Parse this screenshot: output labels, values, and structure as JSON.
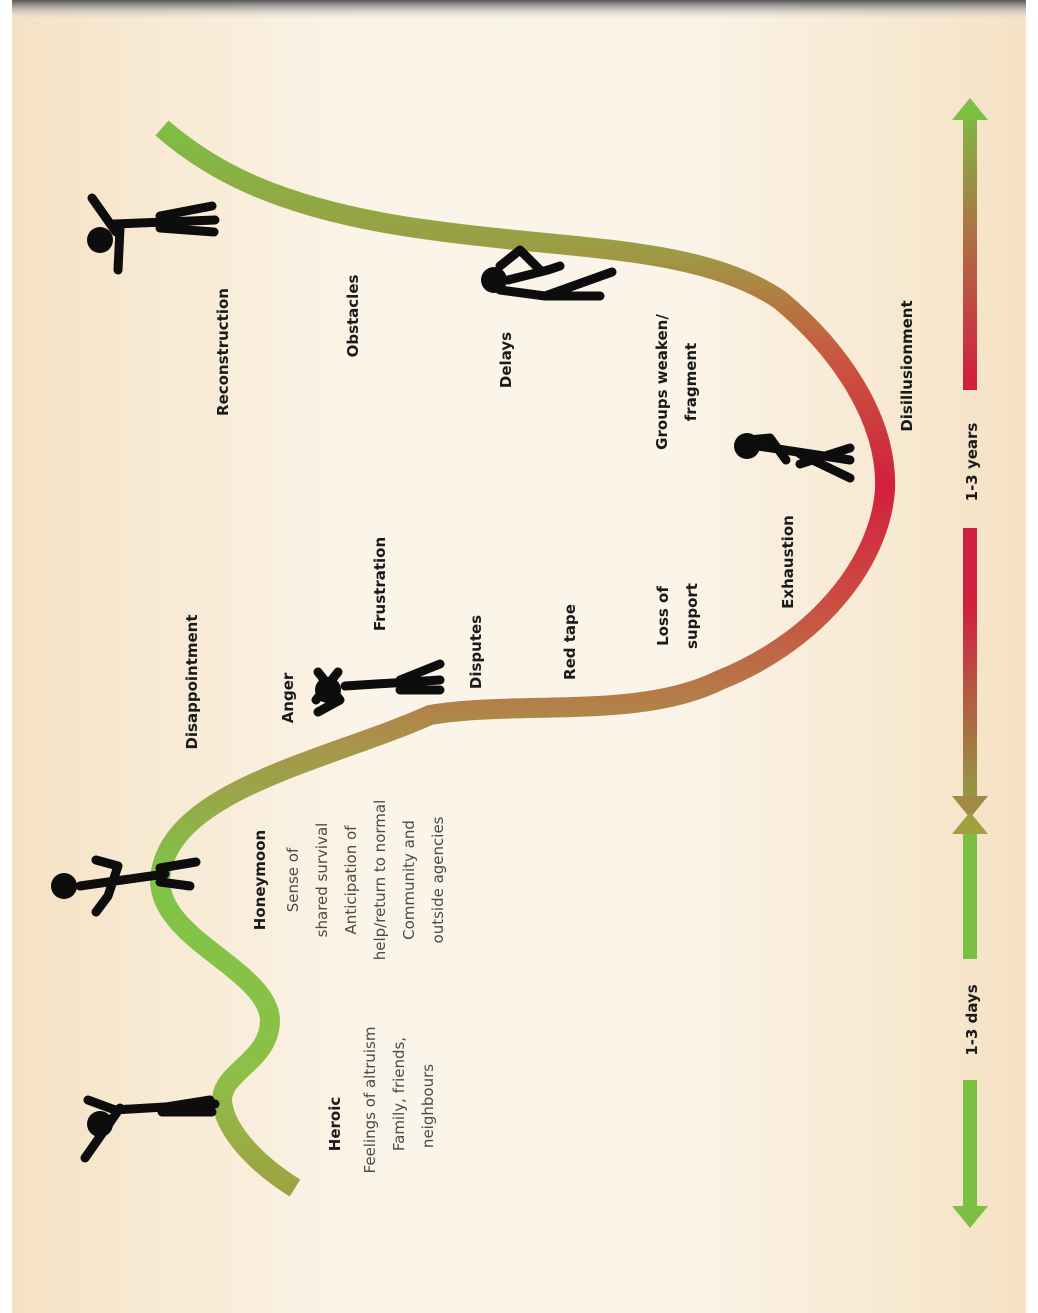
{
  "stages": {
    "heroic": {
      "title": "Heroic",
      "lines": [
        "Feelings of altruism",
        "Family, friends,",
        "neighbours"
      ]
    },
    "honeymoon": {
      "title": "Honeymoon",
      "lines": [
        "Sense of",
        "shared survival",
        "Anticipation of",
        "help/return to normal",
        "Community and",
        "outside agencies"
      ]
    },
    "disappointment": "Disappointment",
    "anger": "Anger",
    "frustration": "Frustration",
    "disputes": "Disputes",
    "red_tape": "Red tape",
    "loss_of_support": [
      "Loss of",
      "support"
    ],
    "exhaustion": "Exhaustion",
    "groups_weaken": [
      "Groups weaken/",
      "fragment"
    ],
    "delays": "Delays",
    "obstacles": "Obstacles",
    "reconstruction": "Reconstruction",
    "disillusionment": "Disillusionment"
  },
  "timeline": {
    "days_label": "1-3 days",
    "years_label": "1-3 years"
  },
  "colors": {
    "green": "#7bc043",
    "olive": "#a39442",
    "red": "#d11f3f",
    "background_edge": "#f6e2c4"
  },
  "icons": [
    "figure-arms-up-icon",
    "figure-hands-on-hips-icon",
    "figure-arms-crossed-icon",
    "figure-bent-over-icon",
    "figure-head-in-hands-icon",
    "figure-arms-raised-icon"
  ]
}
